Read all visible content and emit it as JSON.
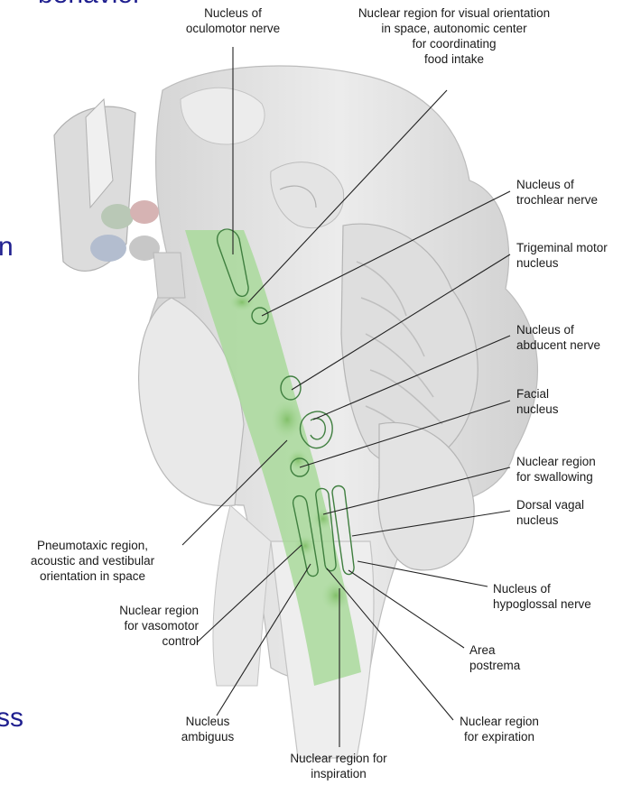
{
  "slide_fragments": {
    "top": "behavior",
    "mid": "n",
    "bottom": "ss"
  },
  "labels": {
    "oculomotor": "Nucleus of\noculomotor nerve",
    "visual": "Nuclear region for visual orientation\nin space, autonomic center\nfor coordinating\nfood intake",
    "trochlear": "Nucleus of\ntrochlear nerve",
    "trigeminal": "Trigeminal motor\nnucleus",
    "abducent": "Nucleus of\nabducent nerve",
    "facial": "Facial\nnucleus",
    "swallowing": "Nuclear region\nfor swallowing",
    "dorsal_vagal": "Dorsal vagal\nnucleus",
    "pneumotaxic": "Pneumotaxic region,\nacoustic and vestibular\norientation in space",
    "hypoglossal": "Nucleus of\nhypoglossal nerve",
    "vasomotor": "Nuclear region\nfor vasomotor\ncontrol",
    "area_postrema": "Area\npostrema",
    "ambiguus": "Nucleus\nambiguus",
    "expiration": "Nuclear region\nfor expiration",
    "inspiration": "Nuclear region for\ninspiration"
  },
  "colors": {
    "label_text": "#1a1a1a",
    "slide_text": "#1f1f8f",
    "tissue": "#e3e3e3",
    "tissue_shade": "#c8c8c8",
    "nuclear_band": "#a9d99b",
    "nucleus_outline": "#3f7f3f",
    "leader_line": "#222222"
  }
}
